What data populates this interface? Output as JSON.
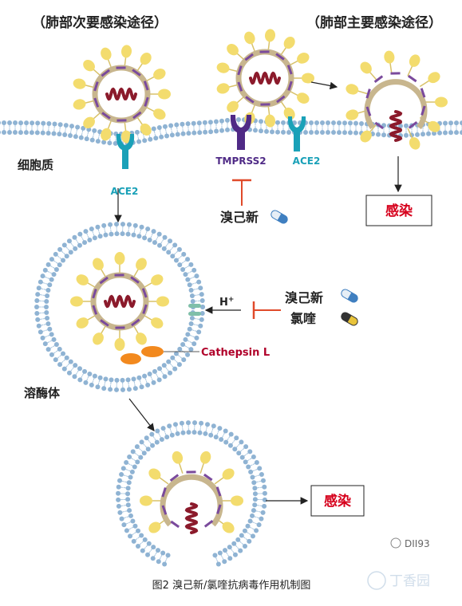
{
  "headings": {
    "minor_route": "（肺部次要感染途径）",
    "major_route": "（肺部主要感染途径）"
  },
  "labels": {
    "cytoplasm": "细胞质",
    "lysosome": "溶酶体",
    "ace2_left": "ACE2",
    "ace2_right": "ACE2",
    "tmprss2": "TMPRSS2",
    "cathepsin": "Cathepsin L",
    "h_plus": "H",
    "h_plus_sup": "+"
  },
  "drugs": {
    "bromhexine_top": "溴己新",
    "bromhexine_mid": "溴己新",
    "chloroquine": "氯喹"
  },
  "outcomes": {
    "infection_top": "感染",
    "infection_bottom": "感染"
  },
  "caption": "图2 溴己新/氯喹抗病毒作用机制图",
  "watermark": {
    "account": "DII93",
    "logo_text": "丁香园"
  },
  "colors": {
    "membrane_head": "#8fb3d3",
    "membrane_tail": "#a9c6df",
    "virus_envelope": "#c8b68e",
    "spike": "#f3dc6e",
    "rna": "#8b1a2b",
    "ace2": "#1aa1b8",
    "tmprss2": "#4f2a86",
    "inhibitor": "#e04a2a",
    "cathepsin": "#f2891e",
    "infection_text": "#d6001c",
    "capsule_blue": "#3f7fc0",
    "capsule_dark": "#333333",
    "capsule_yellow": "#e8c33a"
  }
}
